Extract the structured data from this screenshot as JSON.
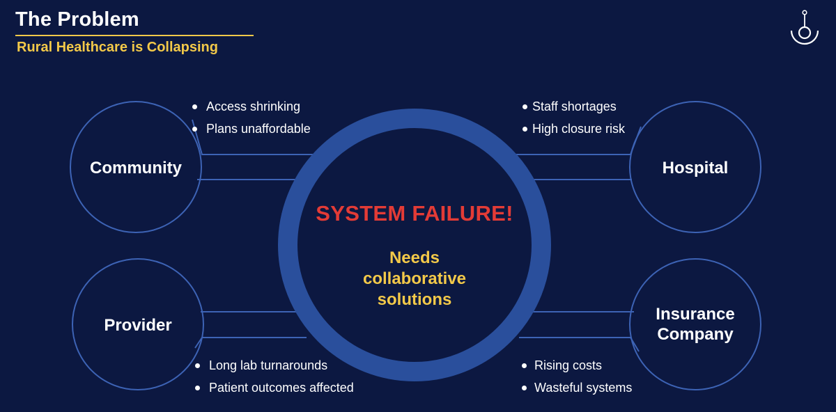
{
  "header": {
    "title": "The Problem",
    "subtitle": "Rural Healthcare is Collapsing"
  },
  "colors": {
    "background": "#0c1841",
    "accent_yellow": "#f3c949",
    "alert_red": "#e33b36",
    "ring_blue": "#2a4f9c",
    "outline_blue": "#3d63b5"
  },
  "center": {
    "headline": "SYSTEM FAILURE!",
    "subtext": "Needs collaborative solutions"
  },
  "nodes": {
    "community": {
      "label": "Community",
      "bullets": [
        "Access shrinking",
        "Plans unaffordable"
      ]
    },
    "hospital": {
      "label": "Hospital",
      "bullets": [
        "Staff shortages",
        "High closure risk"
      ]
    },
    "provider": {
      "label": "Provider",
      "bullets": [
        "Long lab turnarounds",
        "Patient outcomes affected"
      ]
    },
    "insurance": {
      "label": "Insurance Company",
      "bullets": [
        "Rising costs",
        "Wasteful systems"
      ]
    }
  },
  "logo_icon": "circular-node-logo-icon"
}
